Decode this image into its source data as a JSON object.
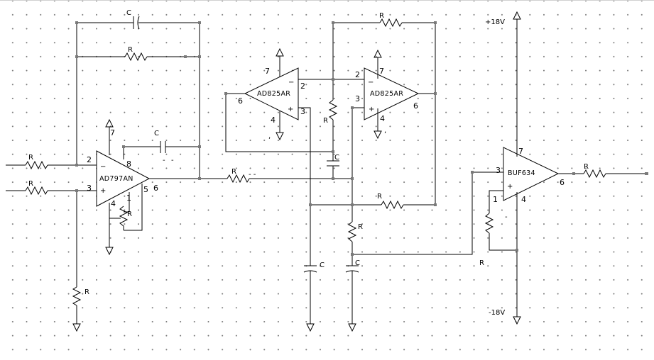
{
  "labels": {
    "cap": "C",
    "res": "R",
    "opamp1": "AD797AN",
    "opamp2": "AD825AR",
    "opamp3": "AD825AR",
    "buffer": "BUF634",
    "vpos": "+18V",
    "vneg": "-18V",
    "minus": "−",
    "plus": "+",
    "dash": "-",
    "comma": ",",
    "dashdash": "- -"
  },
  "pins": {
    "p1": "1",
    "p2": "2",
    "p3": "3",
    "p4": "4",
    "p5": "5",
    "p6": "6",
    "p7": "7",
    "p8": "8"
  },
  "colors": {
    "wire": "#000000",
    "grid_dot": "#7a7a7a",
    "node": "#7a7a7a",
    "background": "#ffffff"
  }
}
